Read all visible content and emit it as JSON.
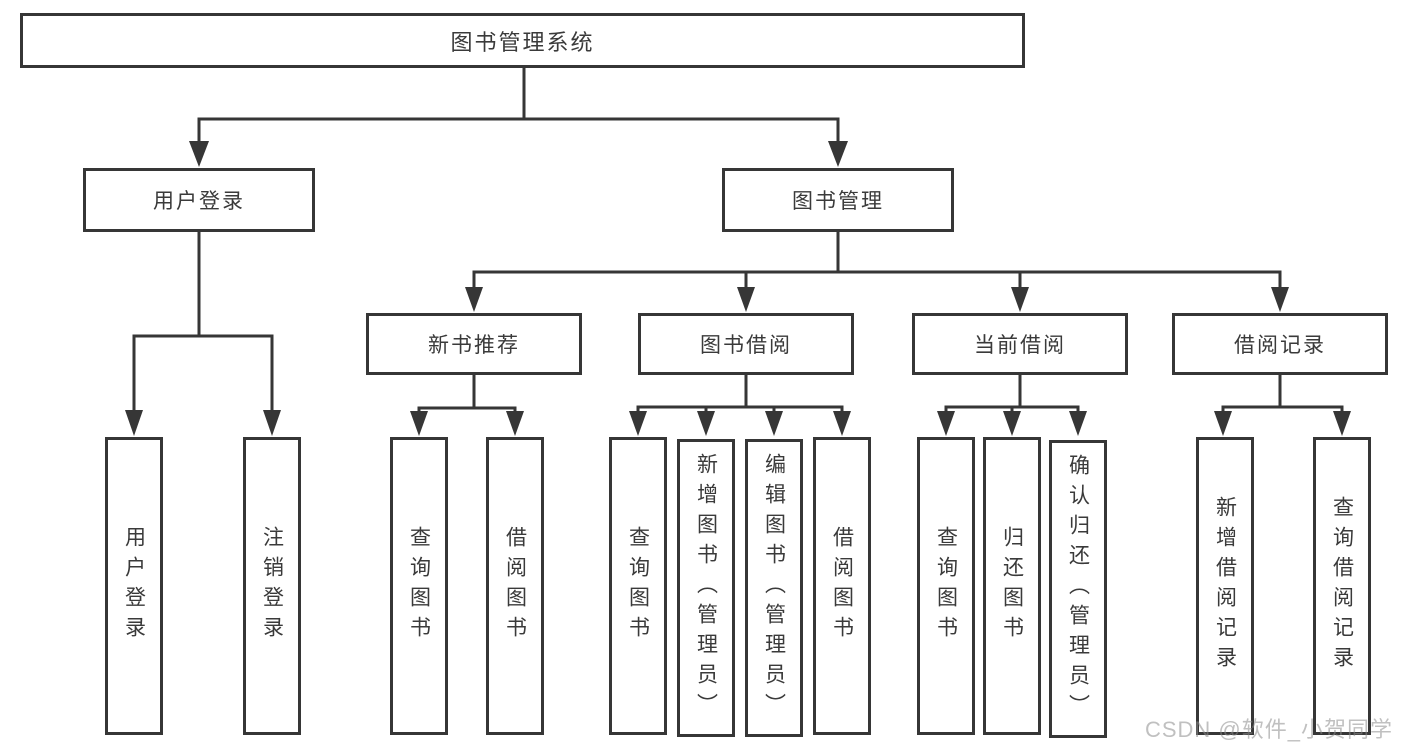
{
  "diagram": {
    "root": {
      "label": "图书管理系统"
    },
    "level2": {
      "user_login": {
        "label": "用户登录"
      },
      "book_mgmt": {
        "label": "图书管理"
      }
    },
    "level3": {
      "new_books": {
        "label": "新书推荐"
      },
      "book_borrow": {
        "label": "图书借阅"
      },
      "current_borrow": {
        "label": "当前借阅"
      },
      "borrow_records": {
        "label": "借阅记录"
      }
    },
    "leaves": {
      "login": {
        "label": "用户登录"
      },
      "logout": {
        "label": "注销登录"
      },
      "newbook_query": {
        "label": "查询图书"
      },
      "newbook_borrow": {
        "label": "借阅图书"
      },
      "borrow_query": {
        "label": "查询图书"
      },
      "borrow_add": {
        "label": "新增图书（管理员）"
      },
      "borrow_edit": {
        "label": "编辑图书（管理员）"
      },
      "borrow_borrow": {
        "label": "借阅图书"
      },
      "current_query": {
        "label": "查询图书"
      },
      "current_return": {
        "label": "归还图书"
      },
      "current_confirm": {
        "label": "确认归还（管理员）"
      },
      "record_add": {
        "label": "新增借阅记录"
      },
      "record_query": {
        "label": "查询借阅记录"
      }
    }
  },
  "watermark": {
    "text": "CSDN @软件_小贺同学"
  },
  "colors": {
    "line": "#363636",
    "text": "#3a3a3a",
    "watermark": "#8c8c8c"
  }
}
